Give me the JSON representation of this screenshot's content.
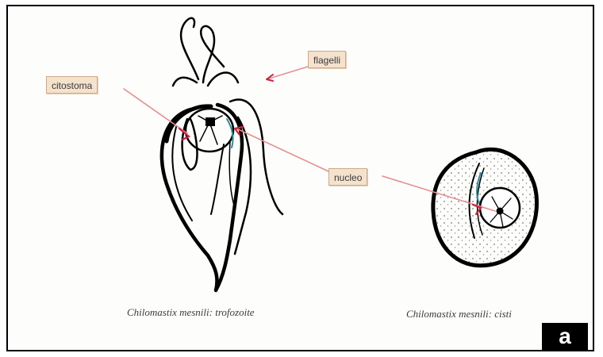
{
  "labels": {
    "flagella": "flagelli",
    "cytostome": "citostoma",
    "nucleus": "nucleo"
  },
  "captions": {
    "trophozoite": "Chilomastix mesnili: trofozoite",
    "cyst": "Chilomastix mesnili: cisti"
  },
  "panel_letter": "a",
  "colors": {
    "label_fill": "#f5e2cd",
    "pointer_line": "#e58f8f",
    "pointer_arrow": "#d0203a",
    "flagellum_teal": "#2f8f9a"
  }
}
